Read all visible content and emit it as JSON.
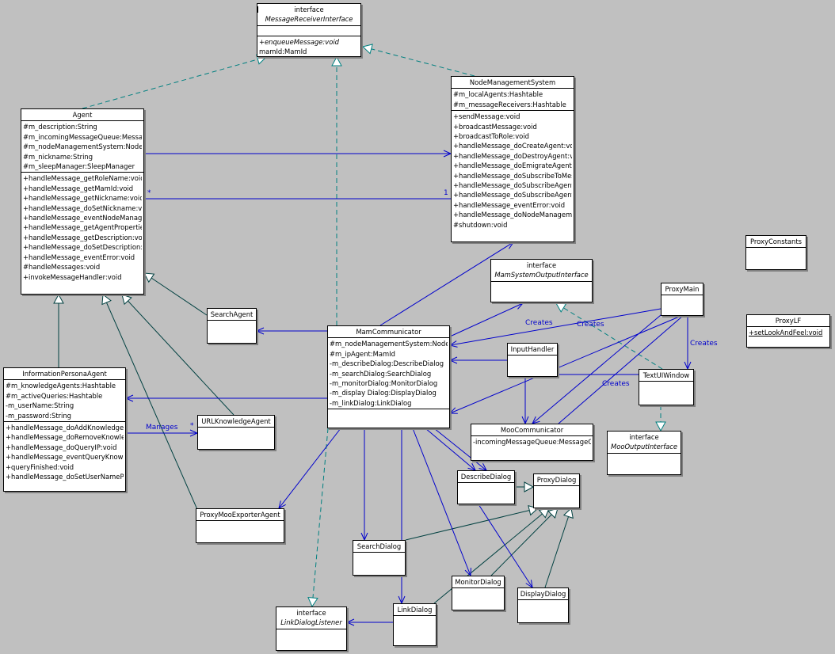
{
  "classes": [
    {
      "id": "mri",
      "stereotype": "interface",
      "name": "MessageReceiverInterface",
      "italic": true,
      "sections": [
        [],
        [
          {
            "t": "+enqueueMessage:void",
            "i": true
          },
          {
            "t": "mamId:MamId"
          }
        ]
      ]
    },
    {
      "id": "nms",
      "name": "NodeManagementSystem",
      "sections": [
        [
          {
            "t": "#m_localAgents:Hashtable"
          },
          {
            "t": "#m_messageReceivers:Hashtable"
          }
        ],
        [
          {
            "t": "+sendMessage:void"
          },
          {
            "t": "+broadcastMessage:void"
          },
          {
            "t": "+broadcastToRole:void"
          },
          {
            "t": "+handleMessage_doCreateAgent:void"
          },
          {
            "t": "+handleMessage_doDestroyAgent:void"
          },
          {
            "t": "+handleMessage_doEmigrateAgent:void"
          },
          {
            "t": "+handleMessage_doSubscribeToMessages"
          },
          {
            "t": "+handleMessage_doSubscribeAgent"
          },
          {
            "t": "+handleMessage_doSubscribeAgent"
          },
          {
            "t": "+handleMessage_eventError:void"
          },
          {
            "t": "+handleMessage_doNodeManagement"
          },
          {
            "t": "#shutdown:void"
          }
        ]
      ]
    },
    {
      "id": "agent",
      "name": "Agent",
      "sections": [
        [
          {
            "t": "#m_description:String"
          },
          {
            "t": "#m_incomingMessageQueue:MessageQueue"
          },
          {
            "t": "#m_nodeManagementSystem:NodeManagementSystem"
          },
          {
            "t": "#m_nickname:String"
          },
          {
            "t": "#m_sleepManager:SleepManager"
          }
        ],
        [
          {
            "t": "+handleMessage_getRoleName:void"
          },
          {
            "t": "+handleMessage_getMamId:void"
          },
          {
            "t": "+handleMessage_getNickname:void"
          },
          {
            "t": "+handleMessage_doSetNickname:void"
          },
          {
            "t": "+handleMessage_eventNodeManagement"
          },
          {
            "t": "+handleMessage_getAgentProperties"
          },
          {
            "t": "+handleMessage_getDescription:void"
          },
          {
            "t": "+handleMessage_doSetDescription:void"
          },
          {
            "t": "+handleMessage_eventError:void"
          },
          {
            "t": "#handleMessages:void"
          },
          {
            "t": "+invokeMessageHandler:void"
          }
        ]
      ]
    },
    {
      "id": "ipa",
      "name": "InformationPersonaAgent",
      "sections": [
        [
          {
            "t": "#m_knowledgeAgents:Hashtable"
          },
          {
            "t": "#m_activeQueries:Hashtable"
          },
          {
            "t": "-m_userName:String"
          },
          {
            "t": "-m_password:String"
          }
        ],
        [
          {
            "t": "+handleMessage_doAddKnowledgeAgent"
          },
          {
            "t": "+handleMessage_doRemoveKnowledgeAgent"
          },
          {
            "t": "+handleMessage_doQueryIP:void"
          },
          {
            "t": "+handleMessage_eventQueryKnowledge"
          },
          {
            "t": "+queryFinished:void"
          },
          {
            "t": "+handleMessage_doSetUserNamePassword"
          }
        ]
      ]
    },
    {
      "id": "search",
      "name": "SearchAgent",
      "sections": [
        []
      ]
    },
    {
      "id": "url",
      "name": "URLKnowledgeAgent",
      "sections": [
        []
      ]
    },
    {
      "id": "pmea",
      "name": "ProxyMooExporterAgent",
      "sections": [
        []
      ]
    },
    {
      "id": "mamc",
      "name": "MamCommunicator",
      "sections": [
        [
          {
            "t": "#m_nodeManagementSystem:NodeManagementSystem"
          },
          {
            "t": "#m_ipAgent:MamId"
          },
          {
            "t": "-m_describeDialog:DescribeDialog"
          },
          {
            "t": "-m_searchDialog:SearchDialog"
          },
          {
            "t": "-m_monitorDialog:MonitorDialog"
          },
          {
            "t": "-m_display Dialog:DisplayDialog"
          },
          {
            "t": "-m_linkDialog:LinkDialog"
          }
        ],
        []
      ]
    },
    {
      "id": "msoi",
      "stereotype": "interface",
      "name": "MamSystemOutputInterface",
      "italic": true,
      "sections": [
        []
      ]
    },
    {
      "id": "pmain",
      "name": "ProxyMain",
      "sections": [
        []
      ]
    },
    {
      "id": "pconst",
      "name": "ProxyConstants",
      "sections": [
        []
      ]
    },
    {
      "id": "plf",
      "name": "ProxyLF",
      "sections": [
        [
          {
            "t": "+setLookAndFeel:void",
            "u": true
          }
        ]
      ]
    },
    {
      "id": "ih",
      "name": "InputHandler",
      "sections": [
        []
      ]
    },
    {
      "id": "tui",
      "name": "TextUIWindow",
      "sections": [
        []
      ]
    },
    {
      "id": "mooc",
      "name": "MooCommunicator",
      "sections": [
        [
          {
            "t": "-incomingMessageQueue:MessageQueue"
          }
        ]
      ]
    },
    {
      "id": "mooi",
      "stereotype": "interface",
      "name": "MooOutputInterface",
      "italic": true,
      "sections": [
        []
      ]
    },
    {
      "id": "dd",
      "name": "DescribeDialog",
      "sections": [
        []
      ]
    },
    {
      "id": "pd",
      "name": "ProxyDialog",
      "sections": [
        []
      ]
    },
    {
      "id": "sd",
      "name": "SearchDialog",
      "sections": [
        []
      ]
    },
    {
      "id": "md",
      "name": "MonitorDialog",
      "sections": [
        []
      ]
    },
    {
      "id": "dsd",
      "name": "DisplayDialog",
      "sections": [
        []
      ]
    },
    {
      "id": "ld",
      "name": "LinkDialog",
      "sections": [
        []
      ]
    },
    {
      "id": "ldl",
      "stereotype": "interface",
      "name": "LinkDialogListener",
      "italic": true,
      "sections": [
        []
      ]
    }
  ],
  "edge_labels": {
    "creates": "Creates",
    "manages": "Manages",
    "many": "*",
    "one": "1"
  },
  "colors": {
    "background": "#c0c0c0",
    "association": "#0000cc",
    "realization": "#008080",
    "generalization": "#004040"
  }
}
